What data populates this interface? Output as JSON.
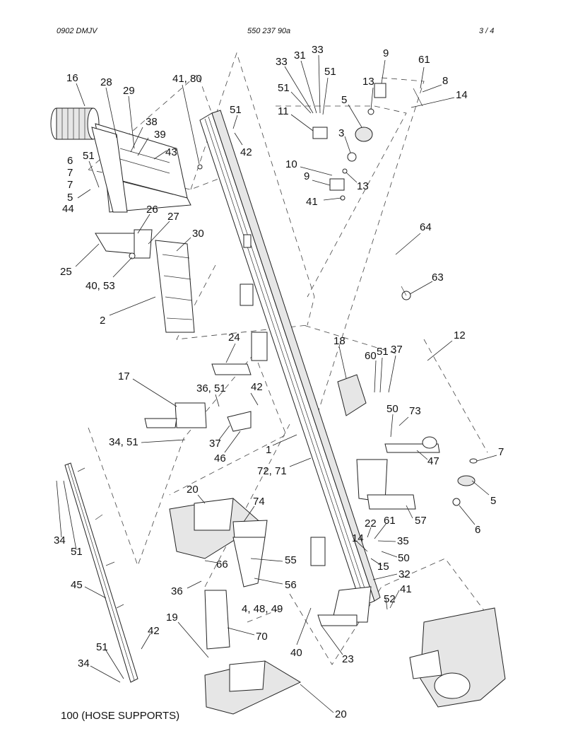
{
  "header": {
    "left": "0902 DMJV",
    "center": "550 237 90a",
    "right": "3 /   4"
  },
  "caption": "100 (HOSE SUPPORTS)",
  "callouts": [
    {
      "id": "c16",
      "text": "16"
    },
    {
      "id": "c28",
      "text": "28"
    },
    {
      "id": "c29",
      "text": "29"
    },
    {
      "id": "c4180",
      "text": "41, 80"
    },
    {
      "id": "c38",
      "text": "38"
    },
    {
      "id": "c39",
      "text": "39"
    },
    {
      "id": "c43",
      "text": "43"
    },
    {
      "id": "c6",
      "text": "6"
    },
    {
      "id": "c51a",
      "text": "51"
    },
    {
      "id": "c7a",
      "text": "7"
    },
    {
      "id": "c7b",
      "text": "7"
    },
    {
      "id": "c5a",
      "text": "5"
    },
    {
      "id": "c44",
      "text": "44"
    },
    {
      "id": "c26",
      "text": "26"
    },
    {
      "id": "c27",
      "text": "27"
    },
    {
      "id": "c30",
      "text": "30"
    },
    {
      "id": "c25",
      "text": "25"
    },
    {
      "id": "c4053",
      "text": "40, 53"
    },
    {
      "id": "c2",
      "text": "2"
    },
    {
      "id": "c51b",
      "text": "51"
    },
    {
      "id": "c42a",
      "text": "42"
    },
    {
      "id": "c33a",
      "text": "33"
    },
    {
      "id": "c31",
      "text": "31"
    },
    {
      "id": "c33b",
      "text": "33"
    },
    {
      "id": "c51c",
      "text": "51"
    },
    {
      "id": "c51d",
      "text": "51"
    },
    {
      "id": "c11",
      "text": "11"
    },
    {
      "id": "c9a",
      "text": "9"
    },
    {
      "id": "c13a",
      "text": "13"
    },
    {
      "id": "c5b",
      "text": "5"
    },
    {
      "id": "c3",
      "text": "3"
    },
    {
      "id": "c10",
      "text": "10"
    },
    {
      "id": "c9b",
      "text": "9"
    },
    {
      "id": "c13b",
      "text": "13"
    },
    {
      "id": "c41a",
      "text": "41"
    },
    {
      "id": "c61a",
      "text": "61"
    },
    {
      "id": "c8",
      "text": "8"
    },
    {
      "id": "c14a",
      "text": "14"
    },
    {
      "id": "c64",
      "text": "64"
    },
    {
      "id": "c63",
      "text": "63"
    },
    {
      "id": "c12",
      "text": "12"
    },
    {
      "id": "c18",
      "text": "18"
    },
    {
      "id": "c60",
      "text": "60"
    },
    {
      "id": "c51e",
      "text": "51"
    },
    {
      "id": "c37a",
      "text": "37"
    },
    {
      "id": "c24",
      "text": "24"
    },
    {
      "id": "c17",
      "text": "17"
    },
    {
      "id": "c3651",
      "text": "36, 51"
    },
    {
      "id": "c42b",
      "text": "42"
    },
    {
      "id": "c3451",
      "text": "34, 51"
    },
    {
      "id": "c37b",
      "text": "37"
    },
    {
      "id": "c46",
      "text": "46"
    },
    {
      "id": "c1",
      "text": "1"
    },
    {
      "id": "c7271",
      "text": "72, 71"
    },
    {
      "id": "c50a",
      "text": "50"
    },
    {
      "id": "c73",
      "text": "73"
    },
    {
      "id": "c7c",
      "text": "7"
    },
    {
      "id": "c47",
      "text": "47"
    },
    {
      "id": "c5c",
      "text": "5"
    },
    {
      "id": "c6b",
      "text": "6"
    },
    {
      "id": "c57",
      "text": "57"
    },
    {
      "id": "c20a",
      "text": "20"
    },
    {
      "id": "c74",
      "text": "74"
    },
    {
      "id": "c34a",
      "text": "34"
    },
    {
      "id": "c51f",
      "text": "51"
    },
    {
      "id": "c66",
      "text": "66"
    },
    {
      "id": "c55",
      "text": "55"
    },
    {
      "id": "c22",
      "text": "22"
    },
    {
      "id": "c61b",
      "text": "61"
    },
    {
      "id": "c35",
      "text": "35"
    },
    {
      "id": "c14b",
      "text": "14"
    },
    {
      "id": "c50b",
      "text": "50"
    },
    {
      "id": "c15",
      "text": "15"
    },
    {
      "id": "c32",
      "text": "32"
    },
    {
      "id": "c45",
      "text": "45"
    },
    {
      "id": "c36",
      "text": "36"
    },
    {
      "id": "c56",
      "text": "56"
    },
    {
      "id": "c41b",
      "text": "41"
    },
    {
      "id": "c52",
      "text": "52"
    },
    {
      "id": "c44849",
      "text": "4, 48, 49"
    },
    {
      "id": "c19",
      "text": "19"
    },
    {
      "id": "c70",
      "text": "70"
    },
    {
      "id": "c42c",
      "text": "42"
    },
    {
      "id": "c51g",
      "text": "51"
    },
    {
      "id": "c40",
      "text": "40"
    },
    {
      "id": "c23",
      "text": "23"
    },
    {
      "id": "c34b",
      "text": "34"
    },
    {
      "id": "c20b",
      "text": "20"
    }
  ]
}
